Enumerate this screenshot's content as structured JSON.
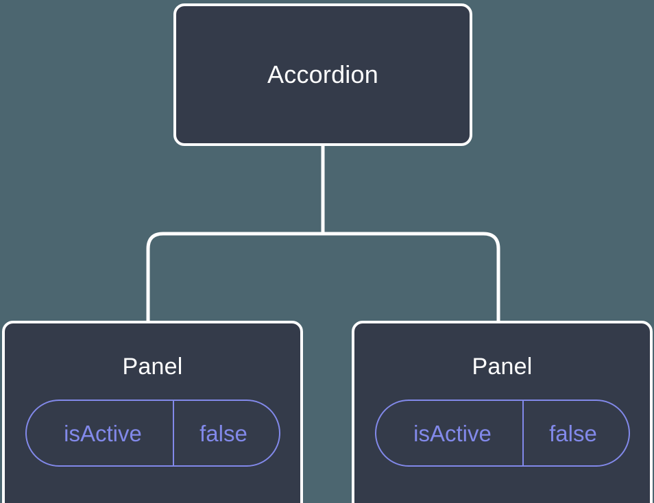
{
  "diagram": {
    "type": "component-tree",
    "background_color": "#4c6670",
    "node_fill_color": "#343b4a",
    "node_border_color": "#ffffff",
    "connector_color": "#ffffff",
    "prop_accent_color": "#8289ea",
    "root": {
      "label": "Accordion"
    },
    "children": [
      {
        "label": "Panel",
        "prop": {
          "key": "isActive",
          "value": "false"
        }
      },
      {
        "label": "Panel",
        "prop": {
          "key": "isActive",
          "value": "false"
        }
      }
    ]
  }
}
